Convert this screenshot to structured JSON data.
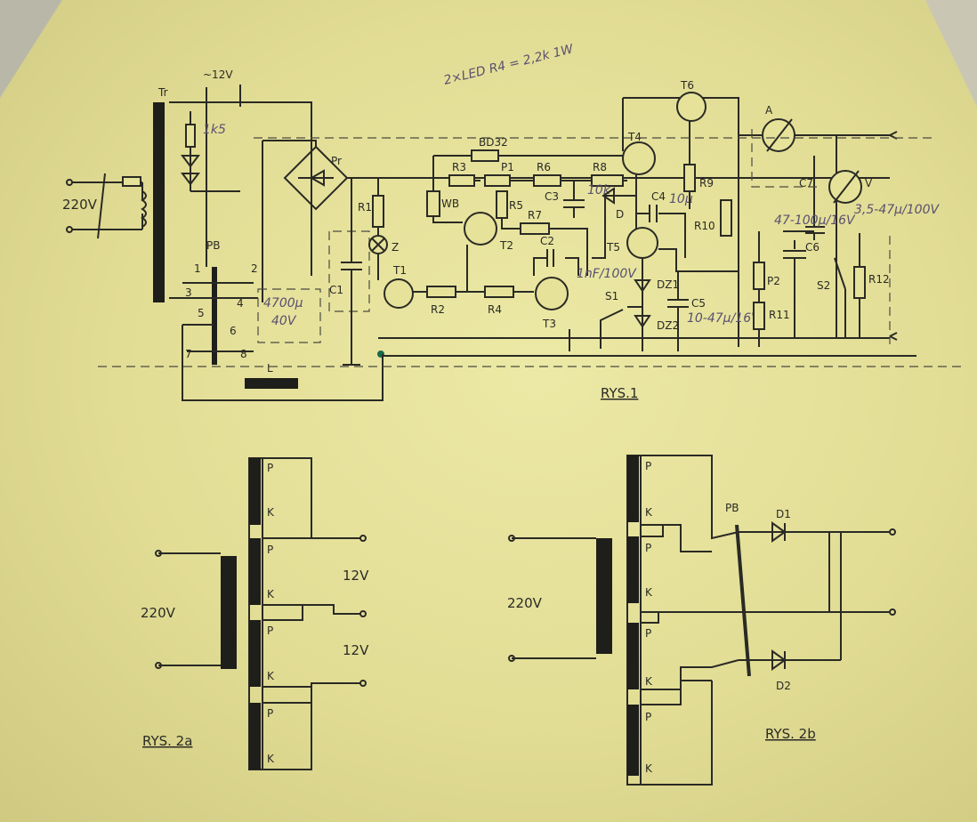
{
  "note_top": "2×LED R4 = 2,2k 1W",
  "rys1": {
    "caption": "RYS.1",
    "labels": {
      "tr": "Tr",
      "ac12": "~12V",
      "mains": "220V",
      "pb": "PB",
      "p1": "1",
      "p2": "2",
      "p3": "3",
      "p4": "4",
      "p5": "5",
      "p6": "6",
      "p7": "7",
      "p8": "8",
      "c_main": "4700μ",
      "c_main_v": "40V",
      "c1": "C1",
      "pr": "Pr",
      "r1": "R1",
      "z": "Z",
      "t1": "T1",
      "r2": "R2",
      "r3": "R3",
      "wb": "WB",
      "t2": "T2",
      "r4": "R4",
      "r5": "R5",
      "p1pot": "P1",
      "r6": "R6",
      "r7": "R7",
      "c2": "C2",
      "t3": "T3",
      "c3": "C3",
      "r8": "R8",
      "d": "D",
      "c4": "C4",
      "t4": "T4",
      "t5": "T5",
      "t6": "T6",
      "r9": "R9",
      "r10": "R10",
      "dz1": "DZ1",
      "dz2": "DZ2",
      "s1": "S1",
      "c5": "C5",
      "r11": "R11",
      "p2pot": "P2",
      "a": "A",
      "v": "V",
      "c7": "C7",
      "c6": "C6",
      "s2": "S2",
      "r12": "R12",
      "l": "L",
      "bd": "BD32",
      "led_r": "1k5"
    },
    "handwritten": {
      "c2_val": "1nF/100V",
      "c5_val": "10-47μ/16V",
      "c6_val": "47-100μ/16V",
      "c7_val": "3,5-47μ/100V",
      "r8_val": "10k",
      "c4_val": "10μ"
    }
  },
  "rys2a": {
    "caption": "RYS. 2a",
    "mains": "220V",
    "v1": "12V",
    "v2": "12V",
    "windings": [
      {
        "p": "P",
        "k": "K"
      },
      {
        "p": "P",
        "k": "K"
      },
      {
        "p": "P",
        "k": "K"
      },
      {
        "p": "P",
        "k": "K"
      }
    ]
  },
  "rys2b": {
    "caption": "RYS. 2b",
    "mains": "220V",
    "pb": "PB",
    "d1": "D1",
    "d2": "D2",
    "windings": [
      {
        "p": "P",
        "k": "K"
      },
      {
        "p": "P",
        "k": "K"
      },
      {
        "p": "P",
        "k": "K"
      },
      {
        "p": "P",
        "k": "K"
      }
    ]
  }
}
